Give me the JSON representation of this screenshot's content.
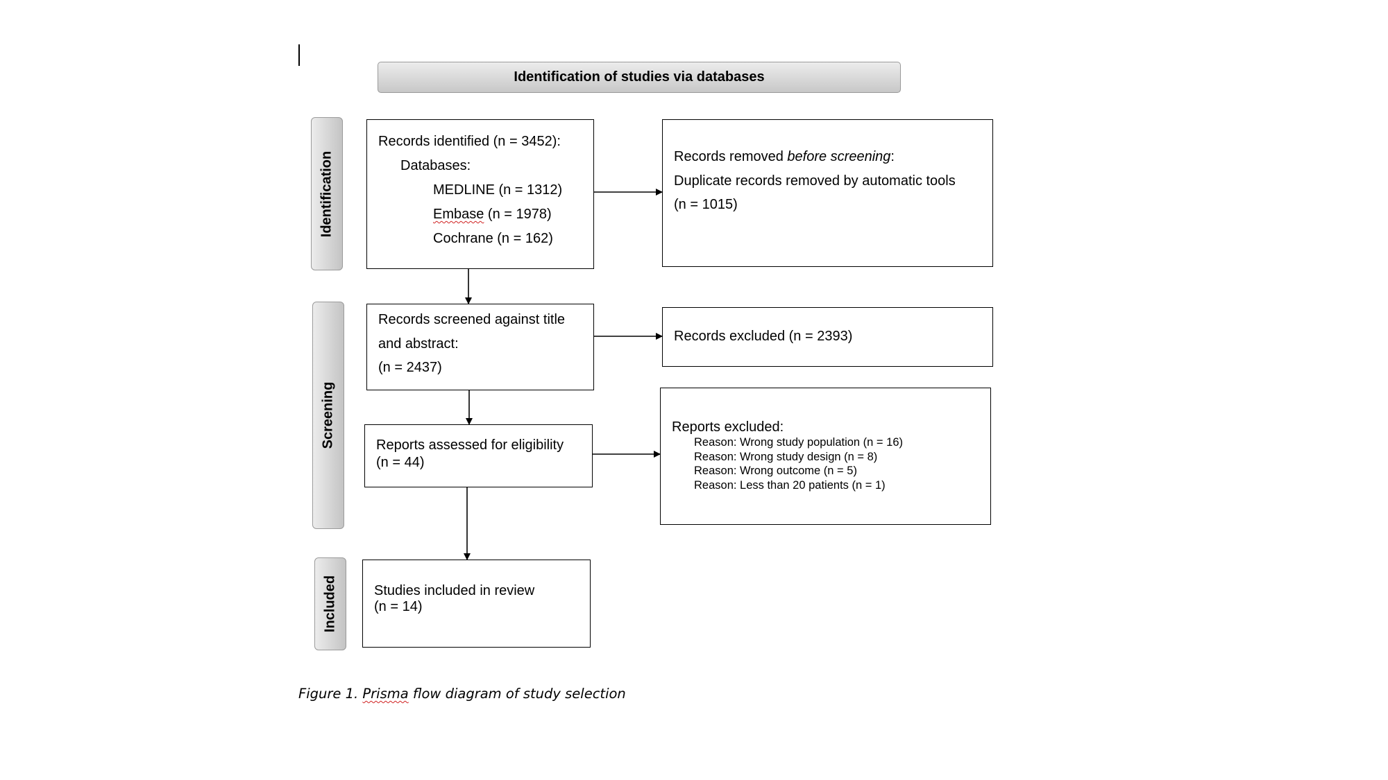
{
  "header": {
    "title": "Identification of studies via databases"
  },
  "phases": {
    "identification": "Identification",
    "screening": "Screening",
    "included": "Included"
  },
  "identified": {
    "line1": "Records identified (n = 3452):",
    "line2": "Databases:",
    "medline": "MEDLINE (n = 1312)",
    "embase_name": "Embase",
    "embase_count": " (n = 1978)",
    "cochrane": "Cochrane (n = 162)"
  },
  "removed": {
    "line1_prefix": "Records removed ",
    "line1_italic": "before screening",
    "line1_suffix": ":",
    "line2": "Duplicate records removed by automatic tools",
    "line3": "(n = 1015)"
  },
  "screened": {
    "line1": "Records screened against title",
    "line2": "and abstract:",
    "line3": "(n = 2437)"
  },
  "excluded_records": {
    "text": "Records excluded (n = 2393)"
  },
  "assessed": {
    "line1": "Reports assessed for eligibility",
    "line2": "(n = 44)"
  },
  "reports_excluded": {
    "title": "Reports excluded:",
    "reasons": [
      "Reason: Wrong study population (n = 16)",
      "Reason: Wrong study design (n = 8)",
      "Reason: Wrong outcome (n = 5)",
      "Reason: Less than 20 patients (n = 1)"
    ]
  },
  "included_box": {
    "line1": "Studies included in review",
    "line2": "(n = 14)"
  },
  "caption": {
    "prefix": "Figure 1. ",
    "word": "Prisma",
    "suffix": " flow diagram of study selection"
  }
}
